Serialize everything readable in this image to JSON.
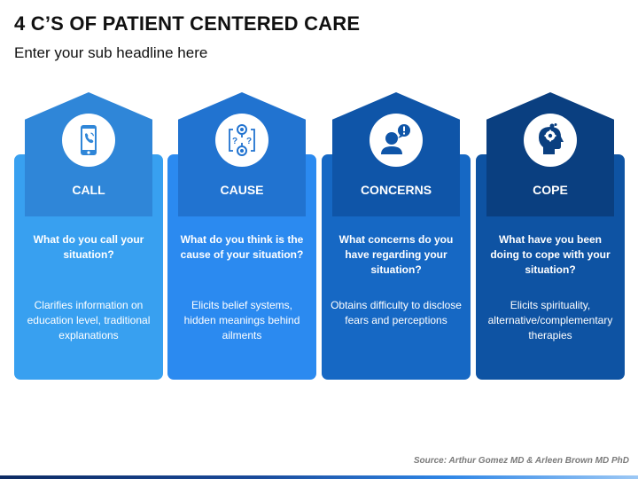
{
  "header": {
    "title": "4 C’S OF PATIENT CENTERED CARE",
    "subtitle": "Enter your sub headline here"
  },
  "cards": [
    {
      "heading": "CALL",
      "question": "What do you call your situation?",
      "description": "Clarifies information on education level, traditional explanations",
      "icon": "phone-icon",
      "panel_color": "#38a0f0",
      "roof_color": "#2f86d8"
    },
    {
      "heading": "CAUSE",
      "question": "What do you think is the cause of your situation?",
      "description": "Elicits belief systems, hidden meanings behind ailments",
      "icon": "question-diagram-icon",
      "panel_color": "#2b8af0",
      "roof_color": "#2173d0"
    },
    {
      "heading": "CONCERNS",
      "question": "What concerns do you have regarding your situation?",
      "description": "Obtains difficulty to disclose fears and perceptions",
      "icon": "person-alert-icon",
      "panel_color": "#1668c4",
      "roof_color": "#0f55a8"
    },
    {
      "heading": "COPE",
      "question": "What have you been doing to cope with your situation?",
      "description": "Elicits spirituality, alternative/complementary therapies",
      "icon": "head-thought-icon",
      "panel_color": "#0e53a3",
      "roof_color": "#0a3f80"
    }
  ],
  "footer": {
    "source": "Source: Arthur Gomez MD & Arleen Brown MD PhD"
  }
}
